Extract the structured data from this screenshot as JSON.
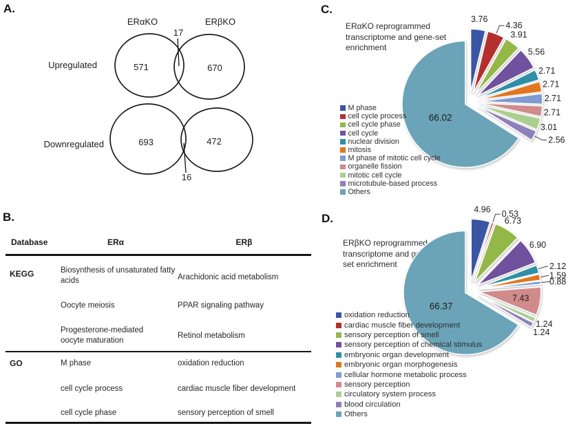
{
  "figure": {
    "panel_a": {
      "label": "A.",
      "group_headers": [
        "ERαKO",
        "ERβKO"
      ],
      "venn": [
        {
          "row_label": "Upregulated",
          "left_only": "571",
          "overlap": "17",
          "right_only": "670"
        },
        {
          "row_label": "Downregulated",
          "left_only": "693",
          "overlap": "16",
          "right_only": "472"
        }
      ]
    },
    "panel_b": {
      "label": "B.",
      "headers": {
        "col1": "Database",
        "col2": "ERα",
        "col3": "ERβ"
      },
      "kegg": {
        "db": "KEGG",
        "rows": [
          {
            "era": "Biosynthesis of unsaturated fatty acids",
            "erb": "Arachidonic acid metabolism"
          },
          {
            "era": "Oocyte meiosis",
            "erb": "PPAR signaling pathway"
          },
          {
            "era": "Progesterone-mediated oocyte maturation",
            "erb": "Retinol metabolism"
          }
        ]
      },
      "go": {
        "db": "GO",
        "rows": [
          {
            "era": "M phase",
            "erb": "oxidation reduction"
          },
          {
            "era": "cell cycle process",
            "erb": "cardiac muscle fiber development"
          },
          {
            "era": "cell cycle phase",
            "erb": "sensory perception of smell"
          }
        ]
      }
    },
    "panel_c": {
      "label": "C."
    },
    "panel_d": {
      "label": "D."
    }
  },
  "chart_data": [
    {
      "type": "pie",
      "panel": "C",
      "title": "ERαKO reprogrammed transcriptome and gene-set enrichment",
      "unit": "percent",
      "start_angle_deg": 0,
      "direction": "clockwise",
      "exploded": true,
      "legend_position": "left-below-title",
      "slices": [
        {
          "label": "M phase",
          "value": 3.76,
          "color": "#3a55a4"
        },
        {
          "label": "cell cycle process",
          "value": 4.36,
          "color": "#b4302e",
          "leader": true
        },
        {
          "label": "cell cycle phase",
          "value": 3.91,
          "color": "#93b847"
        },
        {
          "label": "cell cycle",
          "value": 5.56,
          "color": "#6f519e"
        },
        {
          "label": "nuclear division",
          "value": 2.71,
          "color": "#2e8fa7"
        },
        {
          "label": "mitosis",
          "value": 2.71,
          "color": "#e0771f"
        },
        {
          "label": "M phase of mitotic cell cycle",
          "value": 2.71,
          "color": "#7f9bd1"
        },
        {
          "label": "organelle fission",
          "value": 2.71,
          "color": "#d18b8b"
        },
        {
          "label": "mitotic cell cycle",
          "value": 3.01,
          "color": "#accf90"
        },
        {
          "label": "microtubule-based process",
          "value": 2.56,
          "color": "#8f80bb",
          "leader": true
        },
        {
          "label": "Others",
          "value": 66.02,
          "color": "#6ba4b8",
          "label_inside": true,
          "big": true
        }
      ]
    },
    {
      "type": "pie",
      "panel": "D",
      "title": "ERβKO reprogrammed transcriptome and gene-set enrichment",
      "unit": "percent",
      "start_angle_deg": 0,
      "direction": "clockwise",
      "exploded": true,
      "legend_position": "left-below-title",
      "slices": [
        {
          "label": "oxidation reduction",
          "value": 4.96,
          "color": "#3a55a4"
        },
        {
          "label": "cardiac muscle fiber development",
          "value": 0.53,
          "color": "#b4302e",
          "leader": true
        },
        {
          "label": "sensory perception of smell",
          "value": 6.73,
          "color": "#93b847"
        },
        {
          "label": "sensory perception of chemical stimulus",
          "value": 6.9,
          "color": "#6f519e"
        },
        {
          "label": "embryonic organ development",
          "value": 2.12,
          "color": "#2e8fa7",
          "leader": true
        },
        {
          "label": "embryonic organ morphogenesis",
          "value": 1.59,
          "color": "#e0771f",
          "leader": true
        },
        {
          "label": "cellular hormone metabolic process",
          "value": 0.88,
          "color": "#7f9bd1",
          "leader": true
        },
        {
          "label": "sensory perception",
          "value": 7.43,
          "color": "#d18b8b",
          "label_inside": true
        },
        {
          "label": "circulatory system process",
          "value": 1.24,
          "color": "#accf90"
        },
        {
          "label": "blood circulation",
          "value": 1.24,
          "color": "#8f80bb"
        },
        {
          "label": "Others",
          "value": 66.37,
          "color": "#6ba4b8",
          "label_inside": true,
          "big": true
        }
      ]
    }
  ]
}
